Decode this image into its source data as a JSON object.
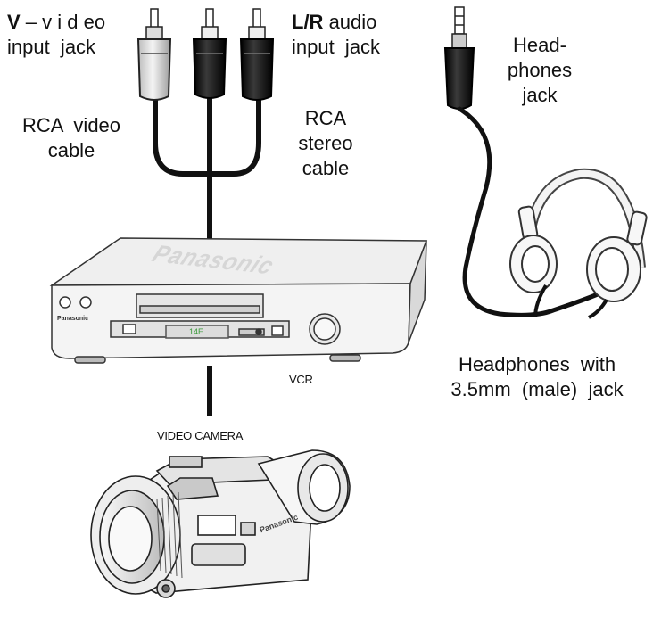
{
  "labels": {
    "v_prefix": "V",
    "v_suffix": " – v i d eo",
    "v_line2": "input  jack",
    "lr_prefix": "L/R",
    "lr_suffix": " audio",
    "lr_line2": "input  jack",
    "rca_video_1": "RCA  video",
    "rca_video_2": "cable",
    "rca_stereo_1": "RCA",
    "rca_stereo_2": "stereo",
    "rca_stereo_3": "cable",
    "headphones_jack_1": "Head-",
    "headphones_jack_2": "phones",
    "headphones_jack_3": "jack",
    "headphones_with_1": "Headphones  with",
    "headphones_with_2": "3.5mm  (male)  jack",
    "vcr": "VCR",
    "video_camera": "VIDEO CAMERA",
    "vcr_brand": "Panasonic",
    "vcr_display": "14E",
    "vcr_small_brand": "Panasonic",
    "camera_brand": "Panasonic"
  },
  "colors": {
    "cable": "#111111",
    "video_plug": "#d8d8d8",
    "audio_plug": "#111111",
    "device_body": "#f2f2f2",
    "device_outline": "#333333",
    "display_text": "#3a9a3a"
  }
}
